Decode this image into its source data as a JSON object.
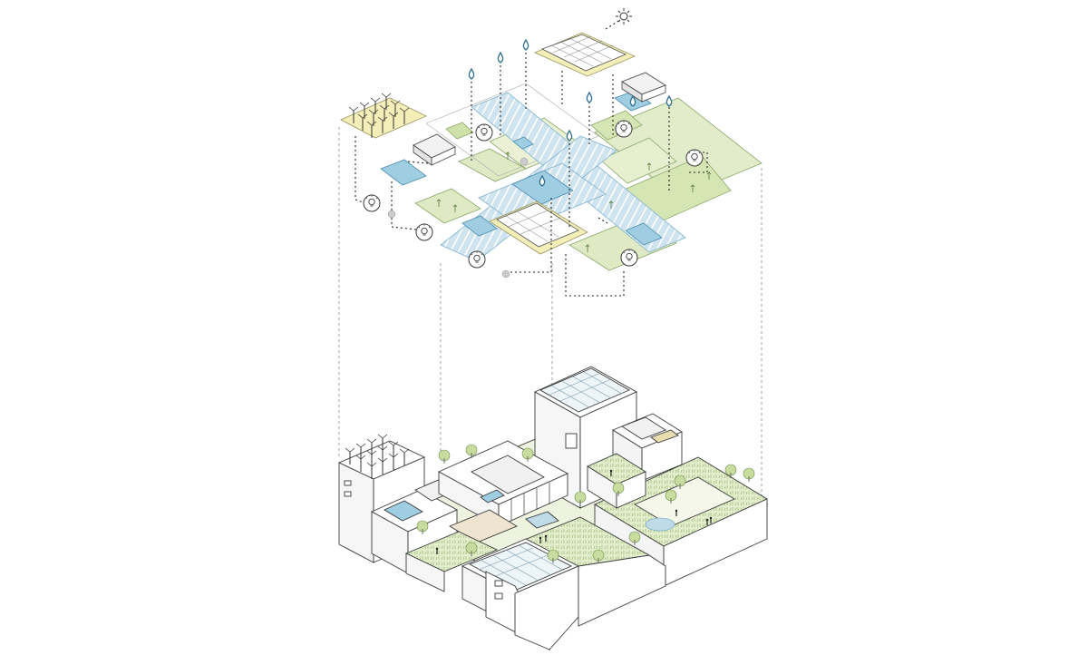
{
  "diagram": {
    "type": "exploded axonometric",
    "text_labels": [],
    "exploded_layer": {
      "elements": [
        {
          "name": "solar-panel-roof",
          "icon": "solar-panel-icon"
        },
        {
          "name": "wind-turbine-roof",
          "icon": "wind-turbine-icon"
        },
        {
          "name": "greenhouse",
          "icon": "greenhouse-icon"
        },
        {
          "name": "water-basin",
          "icon": "water-drop-icon"
        },
        {
          "name": "green-roof",
          "icon": "plant-icon"
        },
        {
          "name": "water-collection-channel",
          "icon": "water-drop-icon"
        }
      ],
      "symbols": [
        "sun-icon",
        "light-bulb-icon",
        "water-drop-icon",
        "plant-arrow-icon"
      ]
    },
    "building_block": {
      "elements": [
        "tower-with-solar-roof",
        "wind-turbine-building",
        "row-houses",
        "green-courtyard",
        "ring-building-with-roof-garden",
        "pond"
      ]
    },
    "colors": {
      "outline": "#3a3a3a",
      "green": "#dfe9c4",
      "green_dark": "#c9dca3",
      "yellow": "#f4efb8",
      "blue": "#bfdbe8",
      "blue_dark": "#8fc3dc",
      "water_drop": "#2f6f93",
      "guide_line": "#8a8a8a"
    }
  }
}
